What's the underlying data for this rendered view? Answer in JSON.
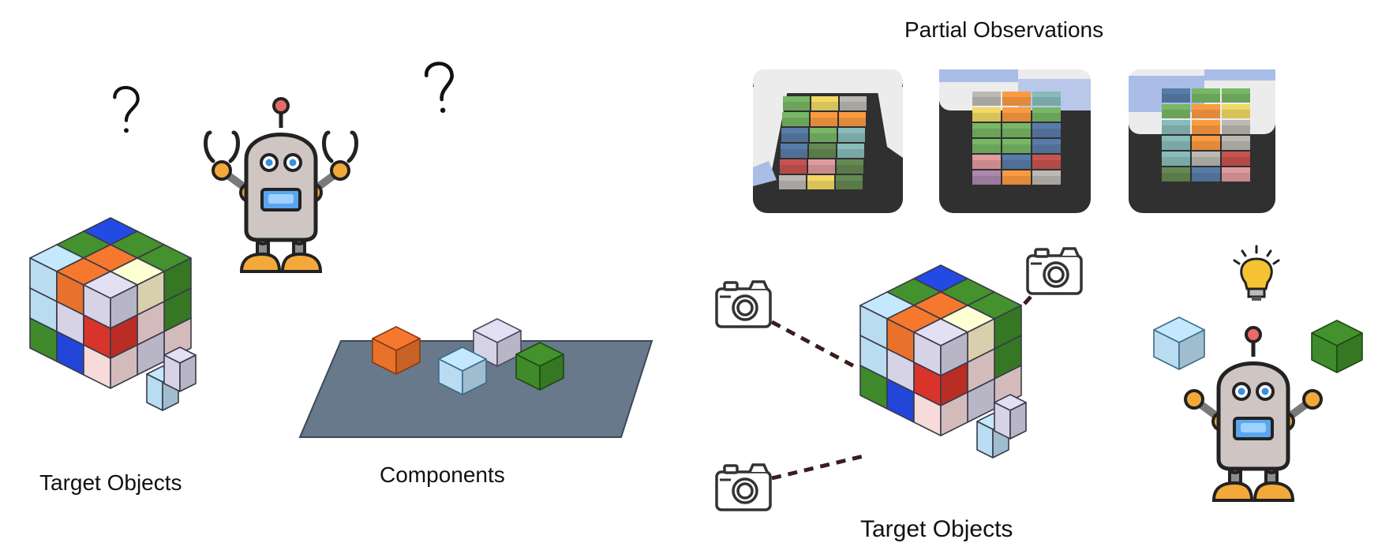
{
  "labels": {
    "partial_observations": "Partial Observations",
    "target_objects_left": "Target Objects",
    "components": "Components",
    "target_objects_right": "Target Objects"
  },
  "icons": {
    "question_marks": "question-mark-icon",
    "camera": "camera-icon",
    "lightbulb": "lightbulb-icon",
    "robot": "robot-icon"
  },
  "colors": {
    "orange": "#e8712b",
    "light_blue": "#b9dcf0",
    "lavender": "#d6d3e6",
    "green": "#3f8a2a",
    "blue": "#2246d8",
    "red": "#d8342a",
    "cream": "#fbf2c8",
    "pink": "#f7dada",
    "table": "#67798a",
    "camera_line": "#3b1d1d"
  }
}
